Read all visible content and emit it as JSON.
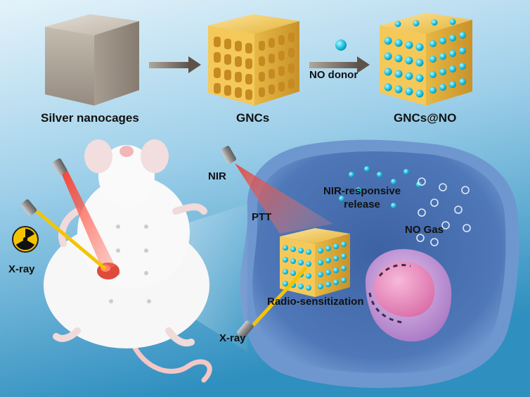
{
  "top_row": {
    "silver_label": "Silver nanocages",
    "gnc_label": "GNCs",
    "donor_label": "NO donor",
    "gncno_label": "GNCs@NO"
  },
  "scene": {
    "nir_label": "NIR",
    "ptt_label": "PTT",
    "xray_left_label": "X-ray",
    "xray_bottom_label": "X-ray",
    "release_label": "NIR-responsive\nrelease",
    "nogas_label": "NO Gas",
    "radio_label": "Radio-sensitization"
  },
  "colors": {
    "bg_top": "#d6ecf6",
    "bg_bottom": "#2f8fbf",
    "nanocage": "#f2c94c",
    "no_particle": "#22c4e0",
    "laser": "#e03a2a",
    "xray_beam": "#f5c400",
    "cell": "#4f78b8",
    "nucleus": "#c79ad8"
  },
  "icons": [
    "radiation-icon",
    "laser-emitter-icon"
  ]
}
